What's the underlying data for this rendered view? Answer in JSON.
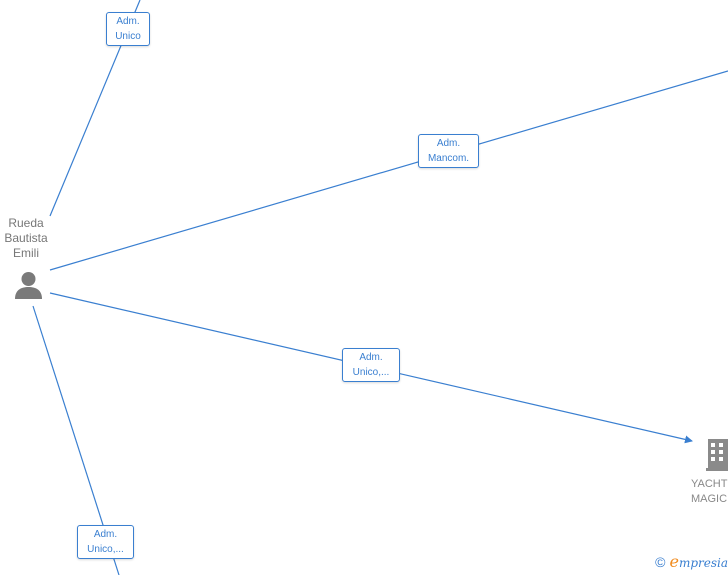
{
  "person": {
    "name_lines": [
      "Rueda",
      "Bautista",
      "Emili"
    ],
    "icon": "person-icon"
  },
  "relations": [
    {
      "lines": [
        "Adm.",
        "Unico"
      ]
    },
    {
      "lines": [
        "Adm.",
        "Mancom."
      ]
    },
    {
      "lines": [
        "Adm.",
        "Unico,..."
      ]
    },
    {
      "lines": [
        "Adm.",
        "Unico,..."
      ]
    }
  ],
  "company": {
    "name_lines": [
      "YACHT",
      "MAGIC"
    ],
    "icon": "building-icon"
  },
  "brand": {
    "copyright": "©",
    "e_mark": "e",
    "name": "mpresia"
  },
  "colors": {
    "edge": "#3a7fd0",
    "label": "#777777",
    "brand_accent": "#f08a1c"
  }
}
